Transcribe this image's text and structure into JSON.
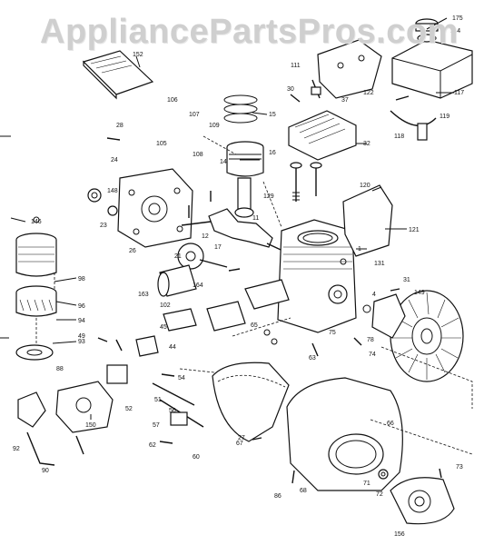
{
  "watermark": "AppliancePartsPros.com",
  "parts": {
    "p175": "175",
    "p114": "114",
    "p152": "152",
    "p111": "111",
    "p122": "122",
    "p117": "117",
    "p119": "119",
    "p118": "118",
    "p106": "106",
    "p107": "107",
    "p108": "108",
    "p109": "109",
    "p105": "105",
    "p15": "15",
    "p14": "14",
    "p30": "30",
    "p16": "16",
    "p32": "32",
    "p37": "37",
    "p24": "24",
    "p28": "28",
    "p148": "148",
    "p146": "146",
    "p23": "23",
    "p26": "26",
    "p129": "129",
    "p11": "11",
    "p120": "120",
    "p121": "121",
    "p1": "1",
    "p131": "131",
    "p21": "21",
    "p17": "17",
    "p12": "12",
    "p163": "163",
    "p102": "102",
    "p164": "164",
    "p31": "31",
    "p149": "149",
    "p4": "4",
    "p98": "98",
    "p96": "96",
    "p94": "94",
    "p93": "93",
    "p44": "44",
    "p45": "45",
    "p49": "49",
    "p54": "54",
    "p150": "150",
    "p92": "92",
    "p90": "90",
    "p57": "57",
    "p60": "60",
    "p62": "62",
    "p67": "67",
    "p66": "66",
    "p68": "68",
    "p71": "71",
    "p72": "72",
    "p73": "73",
    "p156": "156",
    "p75": "75",
    "p78": "78",
    "p74": "74",
    "p86": "86",
    "p63": "63",
    "p27": "27",
    "p56": "56",
    "p51": "51",
    "p52": "52",
    "p65": "65",
    "p88": "88"
  }
}
